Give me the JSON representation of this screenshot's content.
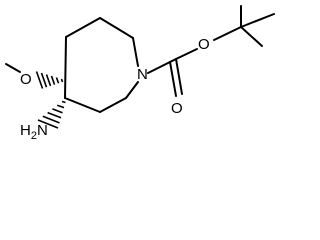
{
  "molecule": {
    "atoms": {
      "ring_nitrogen": "N",
      "carbamate_oxygen_ester": "O",
      "carbamate_oxygen_carbonyl": "O",
      "methoxy_oxygen": "O",
      "amine": {
        "main": "H",
        "subscript": "2",
        "suffix": "N"
      }
    },
    "colors": {
      "bond": "#000000",
      "background": "#ffffff"
    }
  }
}
